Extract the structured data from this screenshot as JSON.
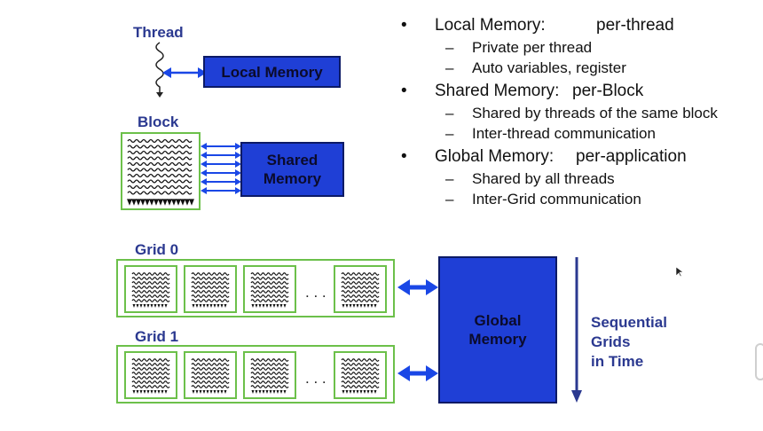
{
  "diagram": {
    "thread_label": "Thread",
    "local_memory_label": "Local Memory",
    "block_label": "Block",
    "shared_memory_label_line1": "Shared",
    "shared_memory_label_line2": "Memory",
    "grid0_label": "Grid 0",
    "grid1_label": "Grid 1",
    "ellipsis": ". . .",
    "global_memory_label_line1": "Global",
    "global_memory_label_line2": "Memory",
    "sequential_line1": "Sequential",
    "sequential_line2": "Grids",
    "sequential_line3": "in Time"
  },
  "bullets": [
    {
      "label": "Local Memory:",
      "scope": "per-thread",
      "sub": [
        "Private per thread",
        "Auto variables, register"
      ]
    },
    {
      "label": "Shared Memory:",
      "scope": "per-Block",
      "sub": [
        "Shared by threads of the same block",
        "Inter-thread communication"
      ]
    },
    {
      "label": "Global Memory:",
      "scope": "per-application",
      "sub": [
        "Shared by all threads",
        "Inter-Grid communication"
      ]
    }
  ],
  "colors": {
    "memory_box": "#1f3fd6",
    "label_text": "#2b3990",
    "group_border": "#6cc04a",
    "arrow": "#1a47e6"
  }
}
